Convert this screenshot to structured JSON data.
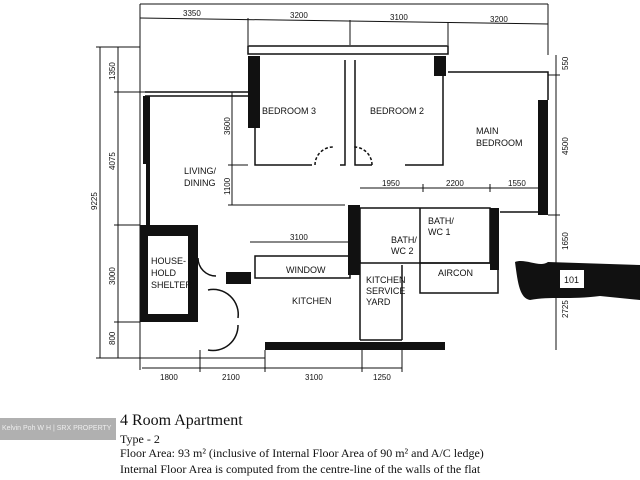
{
  "plan": {
    "rooms": {
      "bedroom3": "BEDROOM 3",
      "bedroom2": "BEDROOM 2",
      "main_bedroom_1": "MAIN",
      "main_bedroom_2": "BEDROOM",
      "living_1": "LIVING/",
      "living_2": "DINING",
      "shelter_1": "HOUSE-",
      "shelter_2": "HOLD",
      "shelter_3": "SHELTER",
      "kitchen": "KITCHEN",
      "window": "WINDOW",
      "yard_1": "KITCHEN",
      "yard_2": "SERVICE",
      "yard_3": "YARD",
      "bath1_1": "BATH/",
      "bath1_2": "WC 1",
      "bath2_1": "BATH/",
      "bath2_2": "WC 2",
      "aircon": "AIRCON",
      "unit": "101"
    },
    "dims": {
      "top": [
        "3350",
        "3200",
        "3100",
        "3200"
      ],
      "left_total": "9225",
      "left": [
        "1350",
        "4075",
        "3000",
        "800"
      ],
      "bottom": [
        "1800",
        "2100",
        "3100",
        "1250"
      ],
      "right": [
        "550",
        "4500",
        "1650",
        "2725"
      ],
      "inner_v1": "3600",
      "inner_v2": "1100",
      "kitchen_w": "3100",
      "bath_row": [
        "1950",
        "2200",
        "1550"
      ]
    }
  },
  "caption": {
    "title": "4 Room Apartment",
    "type": "Type - 2",
    "area": "Floor Area: 93 m² (inclusive of Internal Floor Area of 90 m² and A/C ledge)",
    "note": "Internal Floor Area is computed from the centre-line of the walls of the flat"
  },
  "watermark": "Kelvin Poh W H | SRX PROPERTY"
}
